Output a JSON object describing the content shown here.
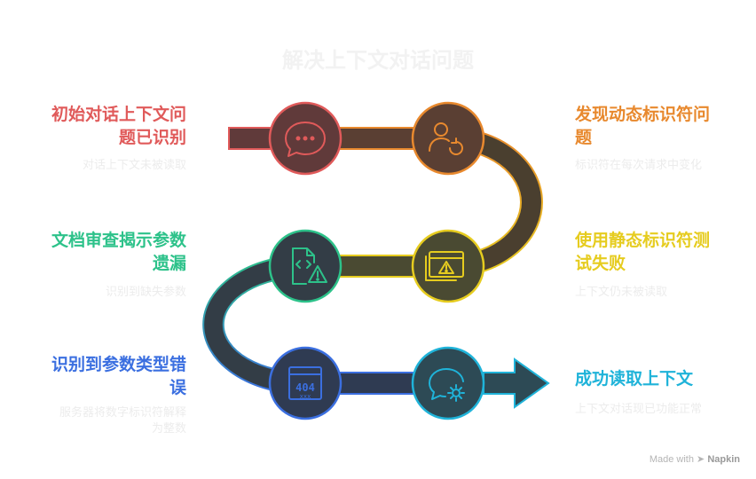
{
  "title": "解决上下文对话问题",
  "colors": {
    "red": "#e05a5a",
    "orange": "#e8892e",
    "yellow": "#e6cc1f",
    "green": "#2dc28a",
    "blue": "#3b6fe0",
    "cyan": "#1fb3d9",
    "track": "#3a3a3a"
  },
  "steps": [
    {
      "label": "初始对话上下文问题已识别",
      "label_lines": [
        "初始对话上下文问",
        "题已识别"
      ],
      "desc": "对话上下文未被读取",
      "icon": "chat-bubble-icon",
      "color": "#e05a5a"
    },
    {
      "label": "发现动态标识符问题",
      "label_lines": [
        "发现动态标识符问",
        "题"
      ],
      "desc": "标识符在每次请求中变化",
      "icon": "user-refresh-icon",
      "color": "#e8892e"
    },
    {
      "label": "文档审查揭示参数遗漏",
      "label_lines": [
        "文档审查揭示参数",
        "遗漏"
      ],
      "desc": "识别到缺失参数",
      "icon": "code-file-warning-icon",
      "color": "#2dc28a"
    },
    {
      "label": "使用静态标识符测试失败",
      "label_lines": [
        "使用静态标识符测",
        "试失败"
      ],
      "desc": "上下文仍未被读取",
      "icon": "window-warning-icon",
      "color": "#e6cc1f"
    },
    {
      "label": "识别到参数类型错误",
      "label_lines": [
        "识别到参数类型错",
        "误"
      ],
      "desc_lines": [
        "服务器将数字标识符解释",
        "为整数"
      ],
      "icon": "error-404-icon",
      "color": "#3b6fe0"
    },
    {
      "label": "成功读取上下文",
      "label_lines": [
        "成功读取上下文"
      ],
      "desc": "上下文对话现已功能正常",
      "icon": "chat-gear-icon",
      "color": "#1fb3d9"
    }
  ],
  "credit": {
    "prefix": "Made with",
    "brand": "Napkin"
  }
}
